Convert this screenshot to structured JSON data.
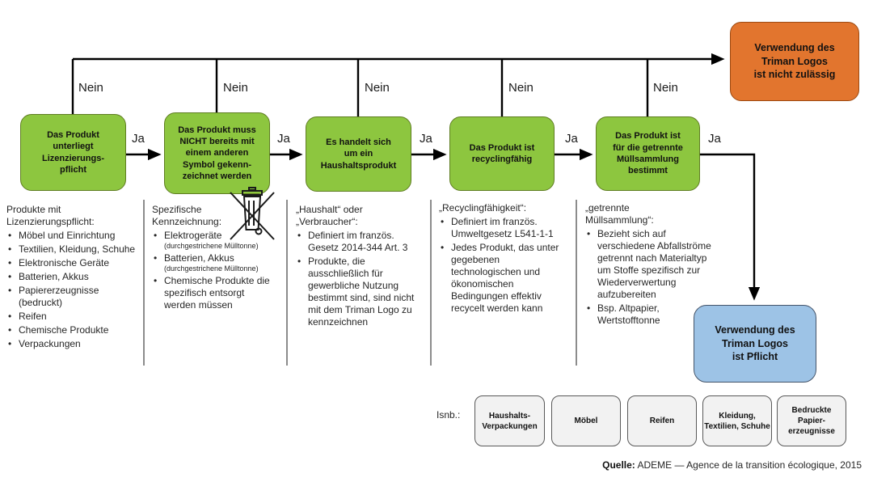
{
  "flow": {
    "no_label": "Nein",
    "yes_label": "Ja",
    "steps": [
      {
        "label": "Das Produkt\nunterliegt\nLizenzierungs-\npflicht"
      },
      {
        "label": "Das Produkt muss\nNICHT bereits mit\neinem anderen\nSymbol gekenn-\nzeichnet werden"
      },
      {
        "label": "Es handelt sich\num ein\nHaushaltsprodukt"
      },
      {
        "label": "Das Produkt ist\nrecyclingfähig"
      },
      {
        "label": "Das Produkt ist\nfür die getrennte\nMüllsammlung\nbestimmt"
      }
    ],
    "outcome_not_allowed": "Verwendung des\nTriman Logos\nist nicht zulässig",
    "outcome_required": "Verwendung des\nTriman Logos\nist Pflicht"
  },
  "columns": [
    {
      "title": "Produkte mit\nLizenzierungspflicht:",
      "items": [
        "Möbel und Einrichtung",
        "Textilien, Kleidung, Schuhe",
        "Elektronische Geräte",
        "Batterien, Akkus",
        "Papiererzeugnisse (bedruckt)",
        "Reifen",
        "Chemische Produkte",
        "Verpackungen"
      ]
    },
    {
      "title": "Spezifische\nKennzeichnung:",
      "items": [
        {
          "text": "Elektrogeräte",
          "note": "(durchgestrichene Mülltonne)"
        },
        {
          "text": "Batterien, Akkus",
          "note": "(durchgestrichene Mülltonne)"
        },
        {
          "text": "Chemische Produkte die spezifisch entsorgt werden müssen"
        }
      ]
    },
    {
      "title": "„Haushalt“ oder\n„Verbraucher“:",
      "items": [
        "Definiert im französ. Gesetz 2014-344 Art. 3",
        "Produkte, die ausschließlich für gewerbliche Nutzung bestimmt sind, sind nicht mit dem Triman Logo zu kennzeichnen"
      ]
    },
    {
      "title": "„Recyclingfähigkeit“:",
      "items": [
        "Definiert im französ. Umweltgesetz L541-1-1",
        "Jedes Produkt, das unter gegebenen technologischen und ökonomischen Bedingungen effektiv recycelt werden kann"
      ]
    },
    {
      "title": "„getrennte\nMüllsammlung“:",
      "items": [
        "Bezieht sich auf verschiedene Abfallströme getrennt nach Materialtyp um Stoffe spezifisch zur Wiederverwertung aufzubereiten",
        "Bsp. Altpapier, Wertstofftonne"
      ]
    }
  ],
  "bottom": {
    "label": "Isnb.:",
    "categories": [
      "Haushalts-\nVerpackungen",
      "Möbel",
      "Reifen",
      "Kleidung,\nTextilien, Schuhe",
      "Bedruckte\nPapier-\nerzeugnisse"
    ]
  },
  "source": {
    "prefix": "Quelle:",
    "text": " ADEME — Agence de la transition écologique, 2015"
  },
  "icons": {
    "weee_bin": "crossed-out-wheelie-bin"
  },
  "colors": {
    "step_fill": "#8dc63f",
    "step_border": "#5f7d22",
    "stop_fill": "#e2752e",
    "stop_border": "#9c4a12",
    "ok_fill": "#9dc3e6",
    "ok_border": "#44546a",
    "category_fill": "#f2f2f2",
    "category_border": "#595959",
    "line": "#000000"
  }
}
